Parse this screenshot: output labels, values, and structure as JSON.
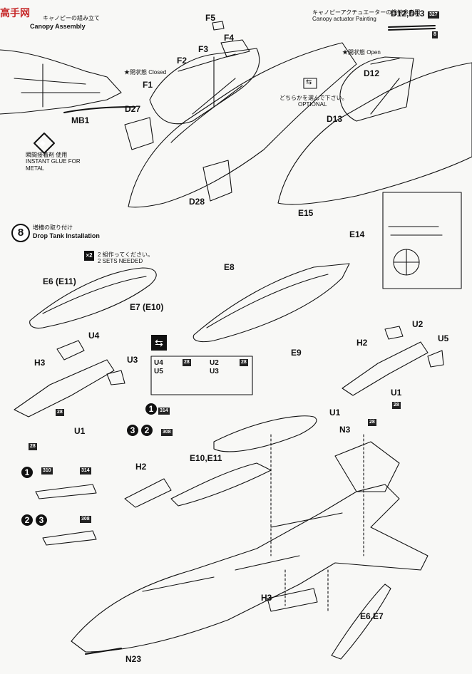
{
  "watermark": {
    "text": "高手网"
  },
  "step7": {
    "title_jp": "キャノピーの組み立て",
    "title_en": "Canopy Assembly",
    "closed_jp": "★閉状態",
    "closed_en": "Closed",
    "open_jp": "★開状態",
    "open_en": "Open",
    "glue_jp": "瞬間接着剤 使用",
    "glue_en1": "INSTANT GLUE FOR",
    "glue_en2": "METAL",
    "optional_jp": "どちらかを選んで下さい。",
    "optional_en": "OPTIONAL",
    "paint_jp": "キャノピーアクチュエーターの塗装参考図",
    "paint_en": "Canopy actuator Painting",
    "paint_parts": "D12,D13",
    "paint_code1": "327",
    "paint_code2": "8",
    "parts": {
      "f5": "F5",
      "f4": "F4",
      "f3": "F3",
      "f2": "F2",
      "f1": "F1",
      "mb1": "MB1",
      "d27": "D27",
      "d28": "D28",
      "d12": "D12",
      "d13": "D13"
    }
  },
  "step8": {
    "number": "8",
    "title_jp": "増槽の取り付け",
    "title_en": "Drop Tank Installation",
    "needed_mult": "×2",
    "needed_jp": "2 組作ってください。",
    "needed_en": "2 SETS NEEDED",
    "parts": {
      "e6e11": "E6 (E11)",
      "e7e10": "E7 (E10)",
      "e8": "E8",
      "e9": "E9",
      "e15": "E15",
      "e14": "E14",
      "u4": "U4",
      "u3": "U3",
      "h3": "H3",
      "u1": "U1",
      "u2": "U2",
      "u5": "U5",
      "h2": "H2",
      "u1b": "U1",
      "n3": "N3",
      "e10e11": "E10,E11",
      "h2b": "H2",
      "h3b": "H3",
      "e6e7": "E6,E7",
      "n23": "N23"
    },
    "option_box": {
      "pair1": "U4",
      "pair1b": "U5",
      "pair2": "U2",
      "pair2b": "U3",
      "code": "28"
    },
    "codes": {
      "c314": "314",
      "c308": "308",
      "c310": "310",
      "c28": "28"
    },
    "markers": {
      "one": "1",
      "two": "2",
      "three": "3"
    }
  }
}
